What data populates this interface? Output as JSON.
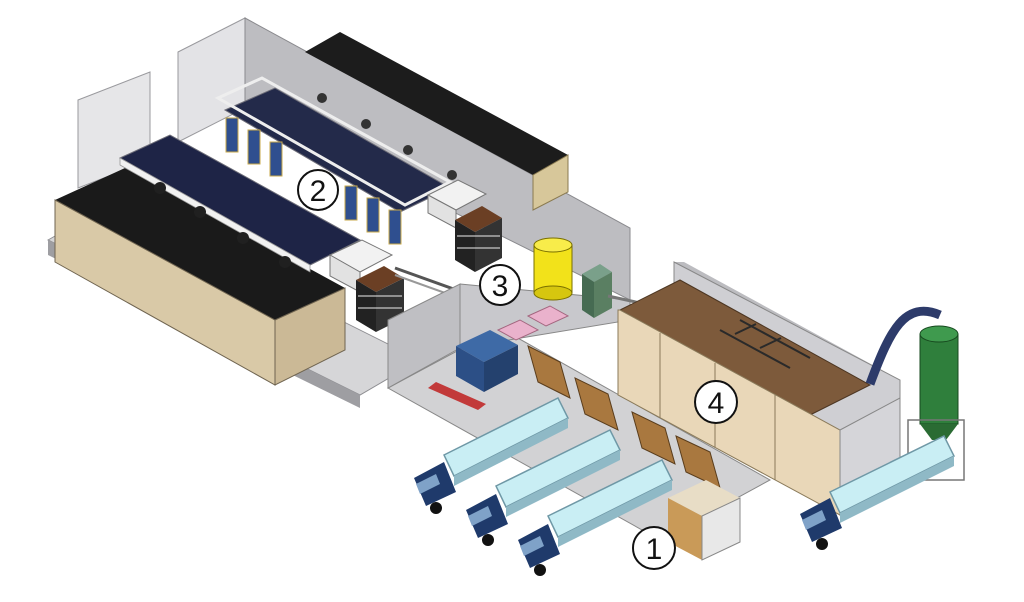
{
  "diagram": {
    "callouts": [
      {
        "id": "1",
        "label": "1"
      },
      {
        "id": "2",
        "label": "2"
      },
      {
        "id": "3",
        "label": "3"
      },
      {
        "id": "4",
        "label": "4"
      }
    ]
  },
  "colors": {
    "floor": "#d9d9d9",
    "wall_light": "#e4e4e6",
    "wall_mid": "#b9b9bd",
    "roof_dark": "#1f1f1f",
    "beige": "#d8c8a6",
    "tan_panel": "#e9d7b8",
    "conveyor_dark": "#232a4a",
    "machine_blue": "#2f4f8f",
    "truck_cab": "#1f3a6b",
    "trailer_glass": "#c9eef4",
    "trailer_frame": "#8fb9c6",
    "hopper_brown": "#a9783f",
    "bin_wood": "#caa46a",
    "silo_yellow": "#f2e21a",
    "silo_green": "#2f7f3c",
    "duct_navy": "#2d3b6a",
    "cabinet_green": "#5a7f62",
    "pink_unit": "#e7a7c4",
    "red_cart": "#c23a3a",
    "callout_fill": "#ffffff",
    "callout_stroke": "#111111"
  }
}
